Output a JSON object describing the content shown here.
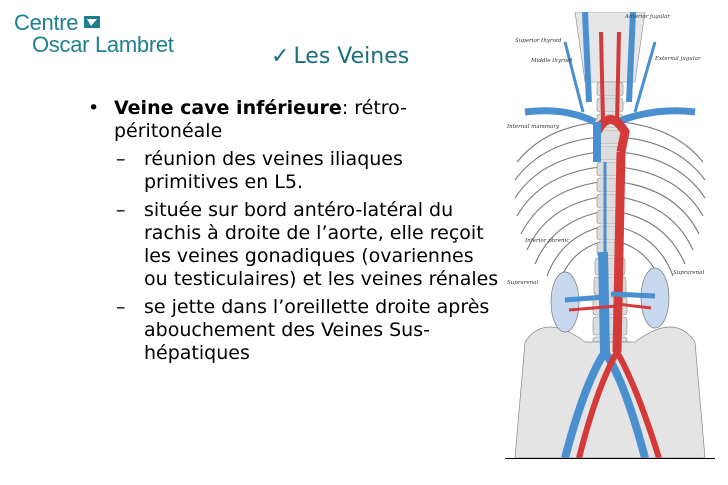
{
  "logo": {
    "line1": "Centre",
    "line2": "Oscar Lambret",
    "color": "#1e7f8f"
  },
  "title": {
    "check_icon": "✓",
    "text": "Les Veines",
    "color": "#1a6e7e"
  },
  "bullet": {
    "heading": "Veine cave inférieure",
    "rest": ": rétro-péritonéale"
  },
  "subpoints": [
    " réunion des veines iliaques primitives en L5.",
    " située sur bord antéro-latéral du rachis à droite de l’aorte, elle reçoit les veines gonadiques (ovariennes ou testiculaires) et les veines rénales",
    " se jette dans l’oreillette droite après abouchement des Veines Sus-hépatiques"
  ],
  "figure_labels": {
    "anterior_jugular": "Anterior jugular",
    "superior_thyroid": "Superior thyroid",
    "middle_thyroid": "Middle thyroid",
    "external_jugular": "External jugular",
    "internal_mammary": "Internal mammary",
    "inferior_phrenic": "Inferior phrenic",
    "suprarenal_left": "Suprarenal",
    "suprarenal_right": "Suprarenal"
  },
  "colors": {
    "vein_blue": "#4a8fd0",
    "artery_red": "#d43a3a",
    "bone": "#d8d8d8"
  }
}
